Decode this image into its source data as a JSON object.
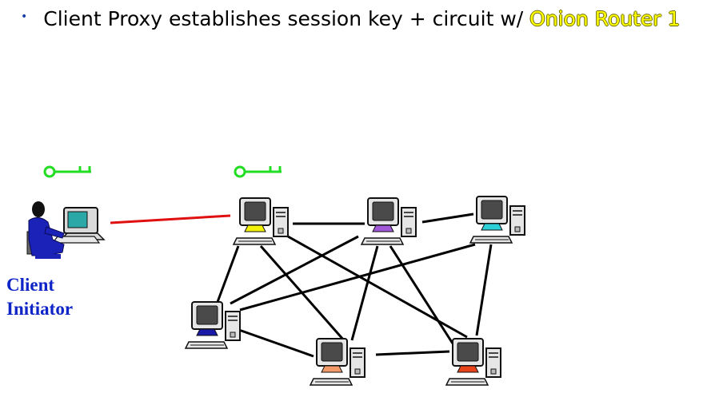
{
  "bullet": {
    "text": "Client Proxy establishes session key + circuit w/ ",
    "highlight": "Onion Router 1",
    "highlight_color": "#ffff00"
  },
  "client": {
    "line1": "Client",
    "line2": "Initiator",
    "label_color": "#0e24c7"
  },
  "diagram": {
    "key_color": "#22dd22",
    "client_link_color": "#e01010",
    "link_color": "#000000",
    "routers": [
      {
        "id": "r1",
        "base_color": "#f2f20a"
      },
      {
        "id": "r2",
        "base_color": "#a259d8"
      },
      {
        "id": "r3",
        "base_color": "#2ed0d8"
      },
      {
        "id": "r4",
        "base_color": "#1a1aa8"
      },
      {
        "id": "r5",
        "base_color": "#f29a6a"
      },
      {
        "id": "r6",
        "base_color": "#e8431a"
      }
    ],
    "edges": [
      [
        "r1",
        "r2"
      ],
      [
        "r1",
        "r4"
      ],
      [
        "r1",
        "r5"
      ],
      [
        "r1",
        "r6"
      ],
      [
        "r2",
        "r3"
      ],
      [
        "r2",
        "r4"
      ],
      [
        "r2",
        "r5"
      ],
      [
        "r2",
        "r6"
      ],
      [
        "r3",
        "r4"
      ],
      [
        "r3",
        "r6"
      ],
      [
        "r4",
        "r5"
      ],
      [
        "r5",
        "r6"
      ]
    ]
  }
}
